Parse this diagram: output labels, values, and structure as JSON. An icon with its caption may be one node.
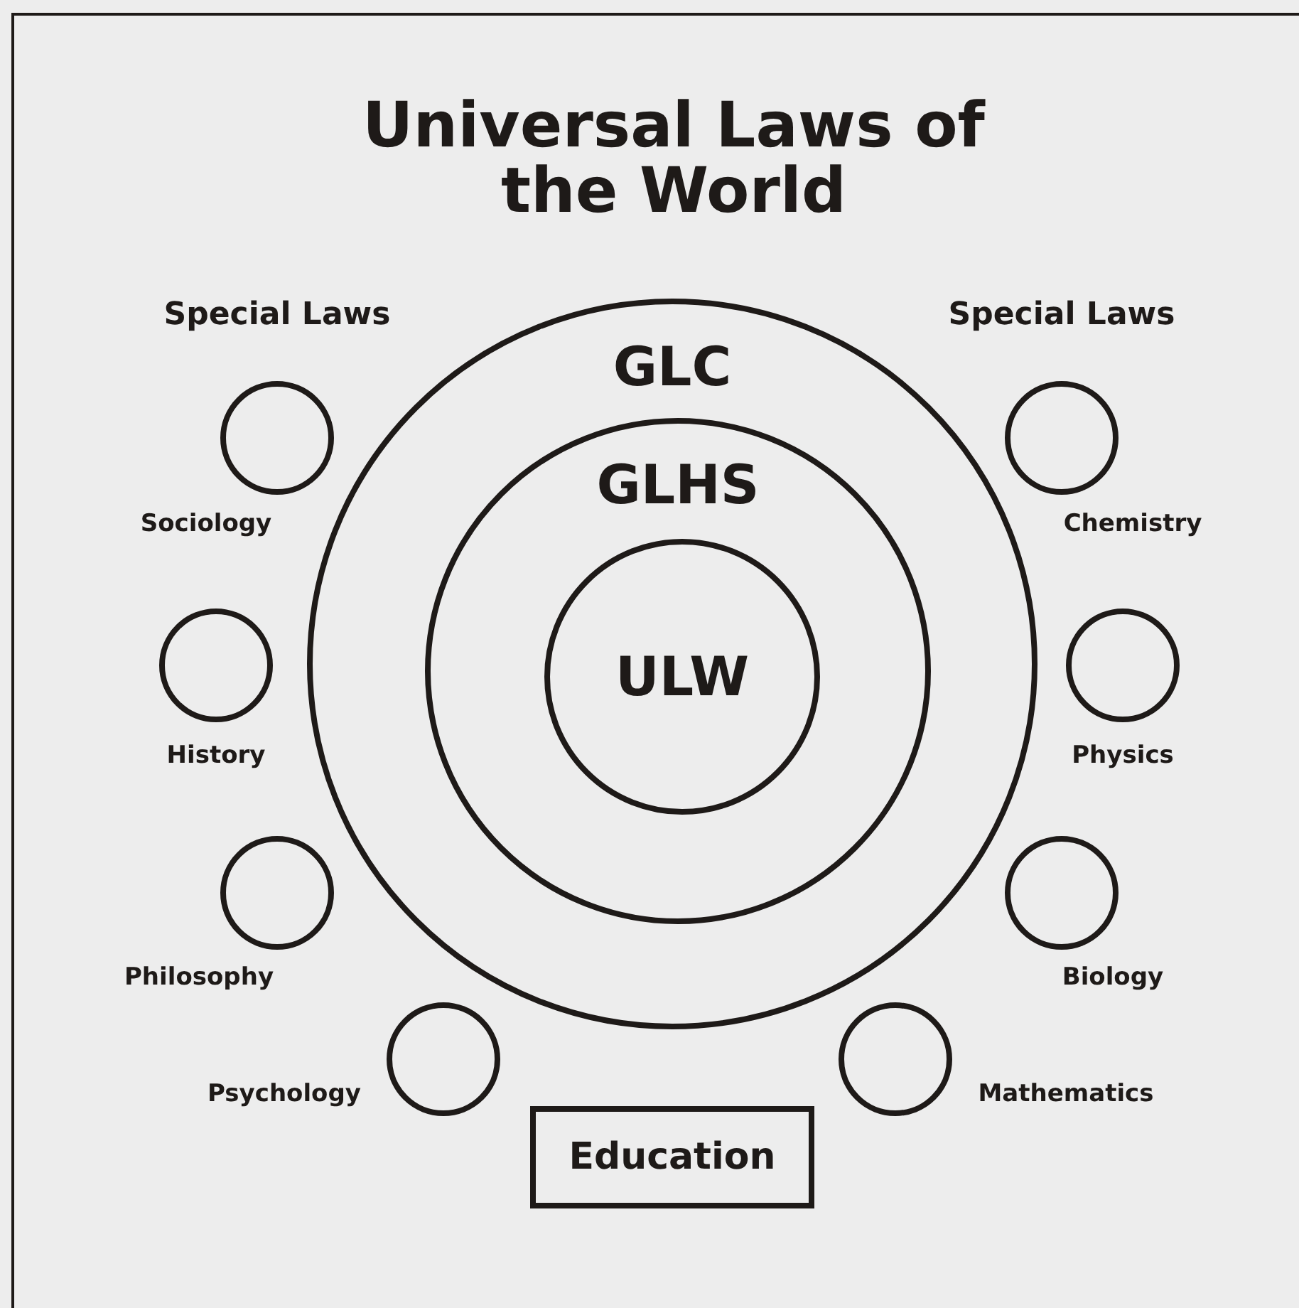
{
  "diagram": {
    "title": "Universal Laws of the World",
    "nodes": [
      {
        "text": [
          "GLC"
        ]
      },
      {
        "text": [
          "GLHS"
        ],
        "in": 0
      },
      {
        "text": [
          "ULW"
        ],
        "in": 1
      },
      {
        "text": [],
        "shape": "circle",
        "beside": [
          "Sociology"
        ]
      },
      {
        "text": [],
        "shape": "circle",
        "beside": [
          "Chemistry"
        ]
      },
      {
        "text": [],
        "shape": "circle",
        "beside": [
          "History"
        ]
      },
      {
        "text": [],
        "shape": "circle",
        "beside": [
          "Physics"
        ]
      },
      {
        "text": [],
        "shape": "circle",
        "beside": [
          "Philosophy"
        ]
      },
      {
        "text": [],
        "shape": "circle",
        "beside": [
          "Biology"
        ]
      },
      {
        "text": [],
        "shape": "circle",
        "beside": [
          "Psychology"
        ]
      },
      {
        "text": [],
        "shape": "circle",
        "beside": [
          "Mathematics"
        ]
      },
      {
        "text": [
          "Education"
        ]
      }
    ],
    "labels": [
      "Special Laws",
      "Special Laws"
    ]
  }
}
